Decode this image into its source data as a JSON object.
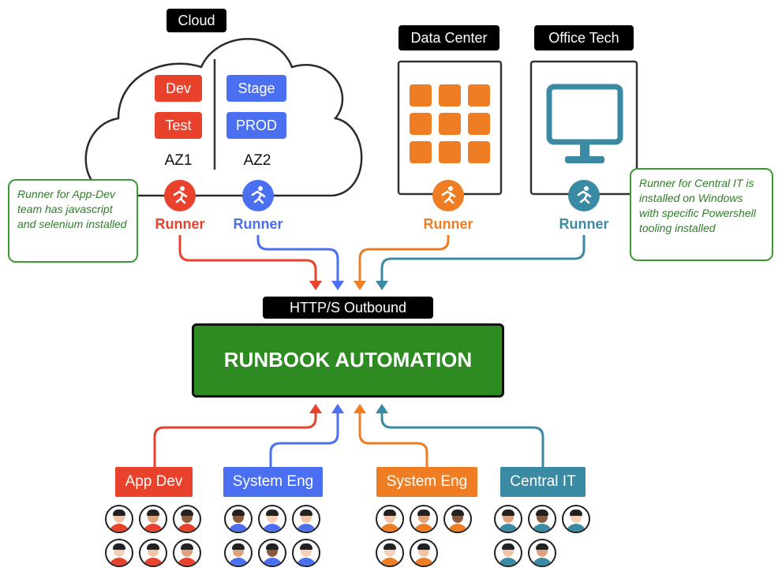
{
  "cloud": {
    "label": "Cloud",
    "envs": {
      "dev": "Dev",
      "test": "Test",
      "stage": "Stage",
      "prod": "PROD"
    },
    "az1": "AZ1",
    "az2": "AZ2"
  },
  "datacenter": {
    "label": "Data Center"
  },
  "officetech": {
    "label": "Office Tech"
  },
  "runners": [
    {
      "label": "Runner",
      "color": "#e8412c"
    },
    {
      "label": "Runner",
      "color": "#4a6ff0"
    },
    {
      "label": "Runner",
      "color": "#ee7d23"
    },
    {
      "label": "Runner",
      "color": "#3b8aa3"
    }
  ],
  "notes": {
    "appdev": "Runner for App-Dev team has javascript and selenium installed",
    "centralit": "Runner for Central IT is installed on Windows with specific Powershell tooling installed"
  },
  "gateway": "HTTP/S Outbound",
  "main": "RUNBOOK AUTOMATION",
  "teams": [
    {
      "label": "App Dev",
      "color": "#e8412c"
    },
    {
      "label": "System Eng",
      "color": "#4a6ff0"
    },
    {
      "label": "System Eng",
      "color": "#ee7d23"
    },
    {
      "label": "Central IT",
      "color": "#3b8aa3"
    }
  ]
}
